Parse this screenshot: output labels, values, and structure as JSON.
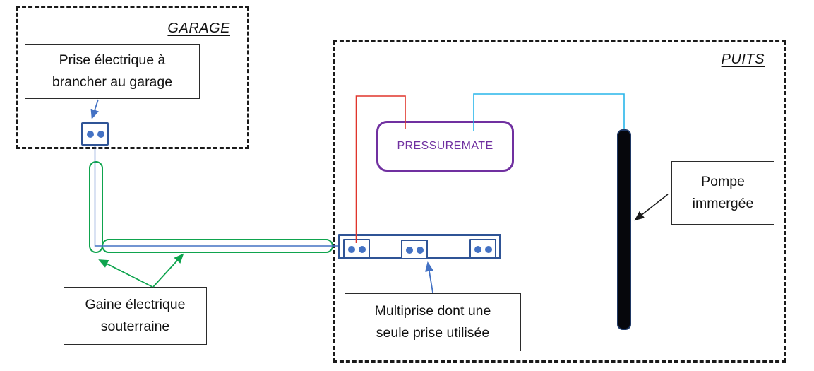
{
  "garage": {
    "title": "GARAGE",
    "prise_label": {
      "line1": "Prise électrique à",
      "line2": "brancher au garage"
    }
  },
  "gaine_label": {
    "line1": "Gaine électrique",
    "line2": "souterraine"
  },
  "puits": {
    "title": "PUITS",
    "pressuremate_label": "PRESSUREMATE",
    "multiprise_label": {
      "line1": "Multiprise dont une",
      "line2": "seule prise utilisée"
    },
    "pompe_label": {
      "line1": "Pompe",
      "line2": "immergée"
    }
  },
  "colors": {
    "wire_red": "#e0352b",
    "wire_cyan": "#29b5ea",
    "wire_blue": "#4472c4",
    "conduit_green": "#0fa44e",
    "device_blue": "#4472c4",
    "device_border_blue": "#2f5496",
    "pressuremate_purple": "#7030a0",
    "pump_border_navy": "#1f3864",
    "pump_fill_black": "#06070c",
    "zone_border_black": "#1a1a1a"
  }
}
